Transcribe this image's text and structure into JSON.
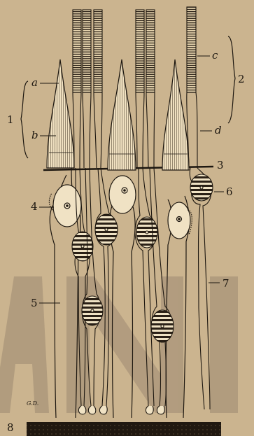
{
  "figure": {
    "signature": "G.D.",
    "watermark_letters": [
      "A",
      "N",
      "I"
    ],
    "labels": {
      "a": "a",
      "b": "b",
      "c": "c",
      "d": "d",
      "n1": "1",
      "n2": "2",
      "n3": "3",
      "n4": "4",
      "n5": "5",
      "n6": "6",
      "n7": "7",
      "n8": "8"
    },
    "colors": {
      "paper": "#cbb48f",
      "ink": "#1d1710",
      "cone": "#f0e2c4",
      "nucleus": "#e8d8b4",
      "watermark": "#8e7d68"
    }
  }
}
